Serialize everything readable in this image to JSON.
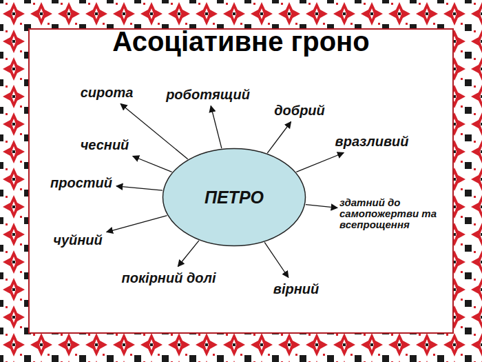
{
  "diagram": {
    "title": "Асоціативне гроно",
    "nodes": [
      {
        "text": [
          "ПЕТРО"
        ]
      },
      {
        "text": [
          "сирота"
        ]
      },
      {
        "text": [
          "роботящий"
        ]
      },
      {
        "text": [
          "добрий"
        ]
      },
      {
        "text": [
          "чесний"
        ]
      },
      {
        "text": [
          "вразливий"
        ]
      },
      {
        "text": [
          "простий"
        ]
      },
      {
        "text": [
          "здатний до самопожертви та всепрощення"
        ]
      },
      {
        "text": [
          "чуйний"
        ]
      },
      {
        "text": [
          "покірний долі"
        ]
      },
      {
        "text": [
          "вірний"
        ]
      }
    ],
    "edges": [
      {
        "from": 0,
        "to": 1,
        "arrow": "to"
      },
      {
        "from": 0,
        "to": 2,
        "arrow": "to"
      },
      {
        "from": 0,
        "to": 3,
        "arrow": "to"
      },
      {
        "from": 0,
        "to": 4,
        "arrow": "to"
      },
      {
        "from": 0,
        "to": 5,
        "arrow": "to"
      },
      {
        "from": 0,
        "to": 6,
        "arrow": "to"
      },
      {
        "from": 0,
        "to": 7,
        "arrow": "to"
      },
      {
        "from": 0,
        "to": 8,
        "arrow": "to"
      },
      {
        "from": 0,
        "to": 9,
        "arrow": "to"
      },
      {
        "from": 0,
        "to": 10,
        "arrow": "to"
      }
    ]
  }
}
